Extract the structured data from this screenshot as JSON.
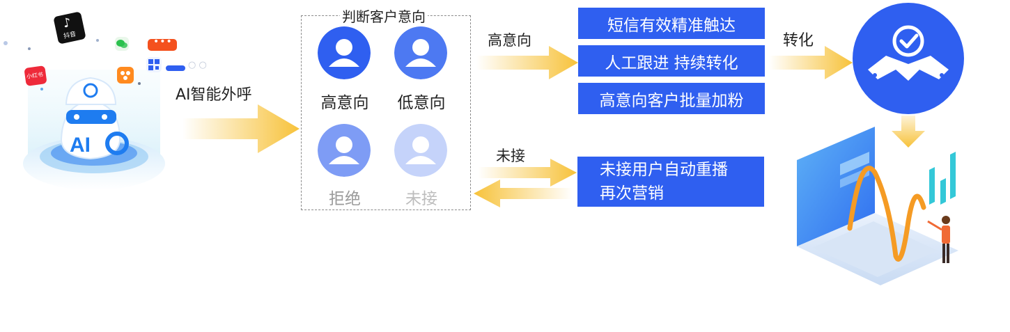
{
  "left": {
    "ai_call_label": "AI智能外呼",
    "robot_text": "AI",
    "apps": {
      "tiktok": "抖音",
      "xiaohongshu": "小红书"
    }
  },
  "judge": {
    "title": "判断客户意向",
    "intents": [
      {
        "label": "高意向",
        "color": "#2f5ff0",
        "text_color": "#222222"
      },
      {
        "label": "低意向",
        "color": "#4d79f2",
        "text_color": "#222222"
      },
      {
        "label": "拒绝",
        "color": "#7e9cf5",
        "text_color": "#9a9a9a"
      },
      {
        "label": "未接",
        "color": "#c5d3fa",
        "text_color": "#bdbdbd"
      }
    ]
  },
  "flows": {
    "high_label": "高意向",
    "unanswered_label": "未接",
    "convert_label": "转化"
  },
  "actions": {
    "high": [
      "短信有效精准触达",
      "人工跟进 持续转化",
      "高意向客户批量加粉"
    ],
    "unanswered": [
      "未接用户自动重播",
      "再次营销"
    ]
  },
  "colors": {
    "primary": "#2f5ff0",
    "arrow": "#f7c23a"
  }
}
